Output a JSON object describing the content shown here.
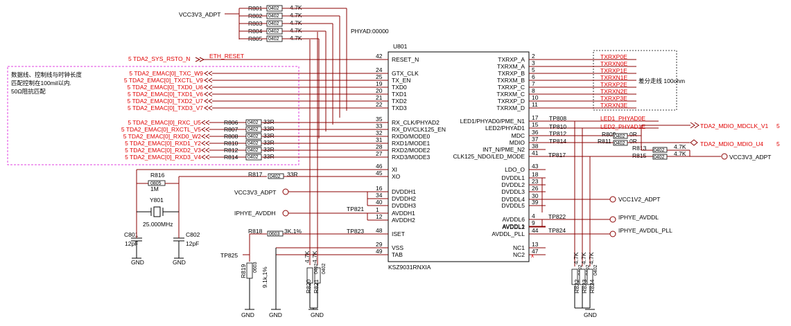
{
  "chip": {
    "ref": "U801",
    "part": "KSZ9031RNXIA",
    "phyad": "PHYAD:00000",
    "left_pins": [
      {
        "num": "42",
        "name": "RESET_N"
      },
      {
        "num": "24",
        "name": "GTX_CLK"
      },
      {
        "num": "25",
        "name": "TX_EN"
      },
      {
        "num": "19",
        "name": "TXD0"
      },
      {
        "num": "20",
        "name": "TXD1"
      },
      {
        "num": "21",
        "name": "TXD2"
      },
      {
        "num": "22",
        "name": "TXD3"
      },
      {
        "num": "35",
        "name": "RX_CLK/PHYAD2"
      },
      {
        "num": "33",
        "name": "RX_DV/CLK125_EN"
      },
      {
        "num": "32",
        "name": "RXD0/MODE0"
      },
      {
        "num": "31",
        "name": "RXD1/MODE1"
      },
      {
        "num": "28",
        "name": "RXD2/MODE2"
      },
      {
        "num": "27",
        "name": "RXD3/MODE3"
      },
      {
        "num": "46",
        "name": "XI"
      },
      {
        "num": "45",
        "name": "XO"
      },
      {
        "num": "16",
        "name": "DVDDH1"
      },
      {
        "num": "34",
        "name": "DVDDH2"
      },
      {
        "num": "40",
        "name": "DVDDH3"
      },
      {
        "num": "1",
        "name": "AVDDH1"
      },
      {
        "num": "12",
        "name": "AVDDH2"
      },
      {
        "num": "48",
        "name": "ISET"
      },
      {
        "num": "29",
        "name": "VSS"
      },
      {
        "num": "49",
        "name": "TAB"
      }
    ],
    "right_pins": [
      {
        "num": "2",
        "name": "TXRXP_A"
      },
      {
        "num": "3",
        "name": "TXRXM_A"
      },
      {
        "num": "5",
        "name": "TXRXP_B"
      },
      {
        "num": "6",
        "name": "TXRXM_B"
      },
      {
        "num": "7",
        "name": "TXRXP_C"
      },
      {
        "num": "8",
        "name": "TXRXM_C"
      },
      {
        "num": "10",
        "name": "TXRXP_D"
      },
      {
        "num": "11",
        "name": "TXRXM_D"
      },
      {
        "num": "17",
        "name": "LED1/PHYAD0/PME_N1"
      },
      {
        "num": "15",
        "name": "LED2/PHYAD1"
      },
      {
        "num": "36",
        "name": "MDC"
      },
      {
        "num": "37",
        "name": "MDIO"
      },
      {
        "num": "38",
        "name": "INT_N/PME_N2"
      },
      {
        "num": "41",
        "name": "CLK125_NDO/LED_MODE"
      },
      {
        "num": "43",
        "name": "LDO_O"
      },
      {
        "num": "18",
        "name": "DVDDL1"
      },
      {
        "num": "23",
        "name": "DVDDL2"
      },
      {
        "num": "26",
        "name": "DVDDL3"
      },
      {
        "num": "30",
        "name": "DVDDL4"
      },
      {
        "num": "39",
        "name": "DVDDL5"
      },
      {
        "num": "4",
        "name": "AVDDL6"
      },
      {
        "num": "9",
        "name": "AVDDL1"
      },
      {
        "num": "",
        "name": "AVDDL2"
      },
      {
        "num": "44",
        "name": "AVDDL_PLL"
      },
      {
        "num": "13",
        "name": "NC1"
      },
      {
        "num": "47",
        "name": "NC2"
      }
    ]
  },
  "pullups": {
    "net": "VCC3V3_ADPT",
    "items": [
      {
        "ref": "R801",
        "pkg": "0402",
        "val": "4.7K"
      },
      {
        "ref": "R802",
        "pkg": "0402",
        "val": "4.7K"
      },
      {
        "ref": "R803",
        "pkg": "0402",
        "val": "4.7K"
      },
      {
        "ref": "R804",
        "pkg": "0402",
        "val": "4.7K"
      },
      {
        "ref": "R805",
        "pkg": "0402",
        "val": "4.7K"
      }
    ]
  },
  "reset": {
    "port": "5 TDA2_SYS_RSTO_N",
    "net": "ETH_RESET"
  },
  "note": {
    "line1": "数据线、控制线与时钟长度",
    "line2": "匹配控制在100mil以内.",
    "line3": "50Ω阻抗匹配"
  },
  "tx_ports": [
    "5 TDA2_EMAC[0]_TXC_W9",
    "5 TDA2_EMAC[0]_TXCTL_V9",
    "5 TDA2_EMAC[0]_TXD0_U6",
    "5 TDA2_EMAC[0]_TXD1_V6",
    "5 TDA2_EMAC[0]_TXD2_U7",
    "5 TDA2_EMAC[0]_TXD3_V7"
  ],
  "rx_ports": [
    {
      "port": "5 TDA2_EMAC[0]_RXC_U5",
      "ref": "R806",
      "pkg": "0402",
      "val": "33R"
    },
    {
      "port": "5 TDA2_EMAC[0]_RXCTL_V5",
      "ref": "R807",
      "pkg": "0402",
      "val": "33R"
    },
    {
      "port": "5 TDA2_EMAC[0]_RXD0_W2",
      "ref": "R808",
      "pkg": "0402",
      "val": "33R"
    },
    {
      "port": "5 TDA2_EMAC[0]_RXD1_Y2",
      "ref": "R810",
      "pkg": "0402",
      "val": "33R"
    },
    {
      "port": "5 TDA2_EMAC[0]_RXD2_V3",
      "ref": "R812",
      "pkg": "0402",
      "val": "33R"
    },
    {
      "port": "5 TDA2_EMAC[0]_RXD3_V4",
      "ref": "R814",
      "pkg": "0402",
      "val": "33R"
    }
  ],
  "diff_nets": {
    "items": [
      "TXRXP0E",
      "TXRXN0E",
      "TXRXP1E",
      "TXRXN1E",
      "TXRXP2E",
      "TXRXN2E",
      "TXRXP3E",
      "TXRXN3E"
    ],
    "note": "差分走线 100ohm"
  },
  "leds": [
    {
      "tp": "TP808",
      "net": "LED1_PHYAD0E"
    },
    {
      "tp": "TP810",
      "net": "LED2_PHYAD1E"
    }
  ],
  "mdio": {
    "tp_mdc": "TP812",
    "tp_mdio": "TP814",
    "r_mdc": {
      "ref": "R809",
      "pkg": "0402",
      "val": "0R"
    },
    "r_mdio": {
      "ref": "R811",
      "val": "0R"
    },
    "mdc_port": "TDA2_MDIO_MDCLK_V1",
    "mdc_num": "5",
    "mdio_port": "TDA2_MDIO_MDIO_U4",
    "mdio_num": "5",
    "r813": {
      "ref": "R813",
      "pkg": "0402",
      "val": "4.7K"
    },
    "r815": {
      "ref": "R815",
      "pkg": "0402",
      "val": "4.7K"
    },
    "vcc": "VCC3V3_ADPT",
    "tp817": "TP817"
  },
  "crystal": {
    "r816": {
      "ref": "R816",
      "pkg": "0805",
      "val": "1M"
    },
    "r817": {
      "ref": "R817",
      "pkg": "0402",
      "val": "33R"
    },
    "y": {
      "ref": "Y801",
      "val": "25.000MHz"
    },
    "c801": {
      "ref": "C801",
      "val": "12pF"
    },
    "c802": {
      "ref": "C802",
      "val": "12pF"
    },
    "gnd": "GND"
  },
  "power_left": {
    "vcc": "VCC3V3_ADPT",
    "avddh": "IPHYE_AVDDH",
    "tp821": "TP821",
    "tp823": "TP823",
    "r818": {
      "ref": "R818",
      "pkg": "0603",
      "val": "3K,1%"
    },
    "tp825": "TP825",
    "r819": {
      "ref": "R819",
      "pkg": "0603",
      "val": "9.1k,1%"
    },
    "r820": {
      "ref": "R820",
      "pkg": "0402",
      "val": "4.7K"
    },
    "r821": {
      "ref": "R821",
      "pkg": "0402",
      "val": "4.7K"
    }
  },
  "power_right": {
    "vcc1v2": "VCC1V2_ADPT",
    "tp822": "TP822",
    "avddl": "IPHYE_AVDDL",
    "tp824": "TP824",
    "avddl_pll": "IPHYE_AVDDL_PLL",
    "bottom_r": [
      {
        "ref": "R822",
        "pkg": "0402",
        "val": "4.7K"
      },
      {
        "ref": "R823",
        "pkg": "0402",
        "val": "4.7K"
      },
      {
        "ref": "R824",
        "pkg": "0402",
        "val": "4.7K"
      }
    ]
  },
  "gnd": "GND",
  "nc_mark": "x"
}
